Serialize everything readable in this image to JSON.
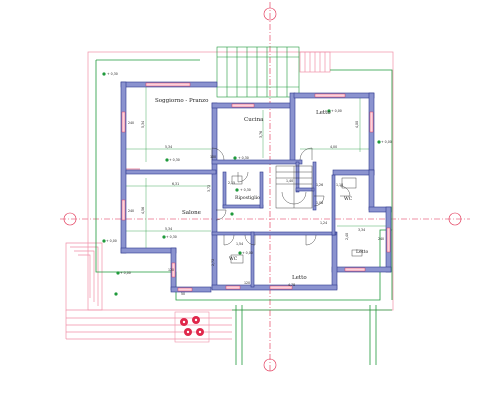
{
  "rooms": {
    "soggiorno": "Soggiorno - Pranzo",
    "cucina": "Cucina",
    "letto_top": "Letto",
    "salone": "Salone",
    "ripostiglio": "Ripostiglio",
    "wc_right": "WC",
    "wc_bottom": "WC",
    "letto_bottom": "Letto",
    "letto_right": "Letto"
  },
  "levels": {
    "nw": "+ 0,30",
    "letto_top": "+ 0,00",
    "right": "+ 0,00",
    "soggiorno": "+ 0,30",
    "corridor": "+ 0,30",
    "hall": "+ 0,30",
    "salone": "+ 0,30",
    "left": "+ 0,00",
    "sw": "+ 0,00",
    "wc": "+ 0,00"
  },
  "dims": {
    "d534a": "5,34",
    "d534b": "5,34",
    "d534c": "5,34",
    "d400": "4,00",
    "d631": "6,31",
    "d372": "3,72",
    "d456": "4,56",
    "d376": "3,76",
    "d215": "2,15",
    "d140": "1,40",
    "d126": "1,26",
    "d118": "1,18",
    "d108": "1,08",
    "d272": "2,72",
    "d478": "4,78",
    "d124": "1,24",
    "d334": "3,34",
    "d154": "1,54",
    "d240": "2,40",
    "w240": "240",
    "w100": "100",
    "w120": "120",
    "w50": "50"
  },
  "colors": {
    "wall_fill": "#8b93cf",
    "wall_line": "#2f3a8f",
    "axis": "#e0274b",
    "green": "#1f9a3b",
    "pink": "#f08fa8",
    "flower": "#e0274b"
  }
}
